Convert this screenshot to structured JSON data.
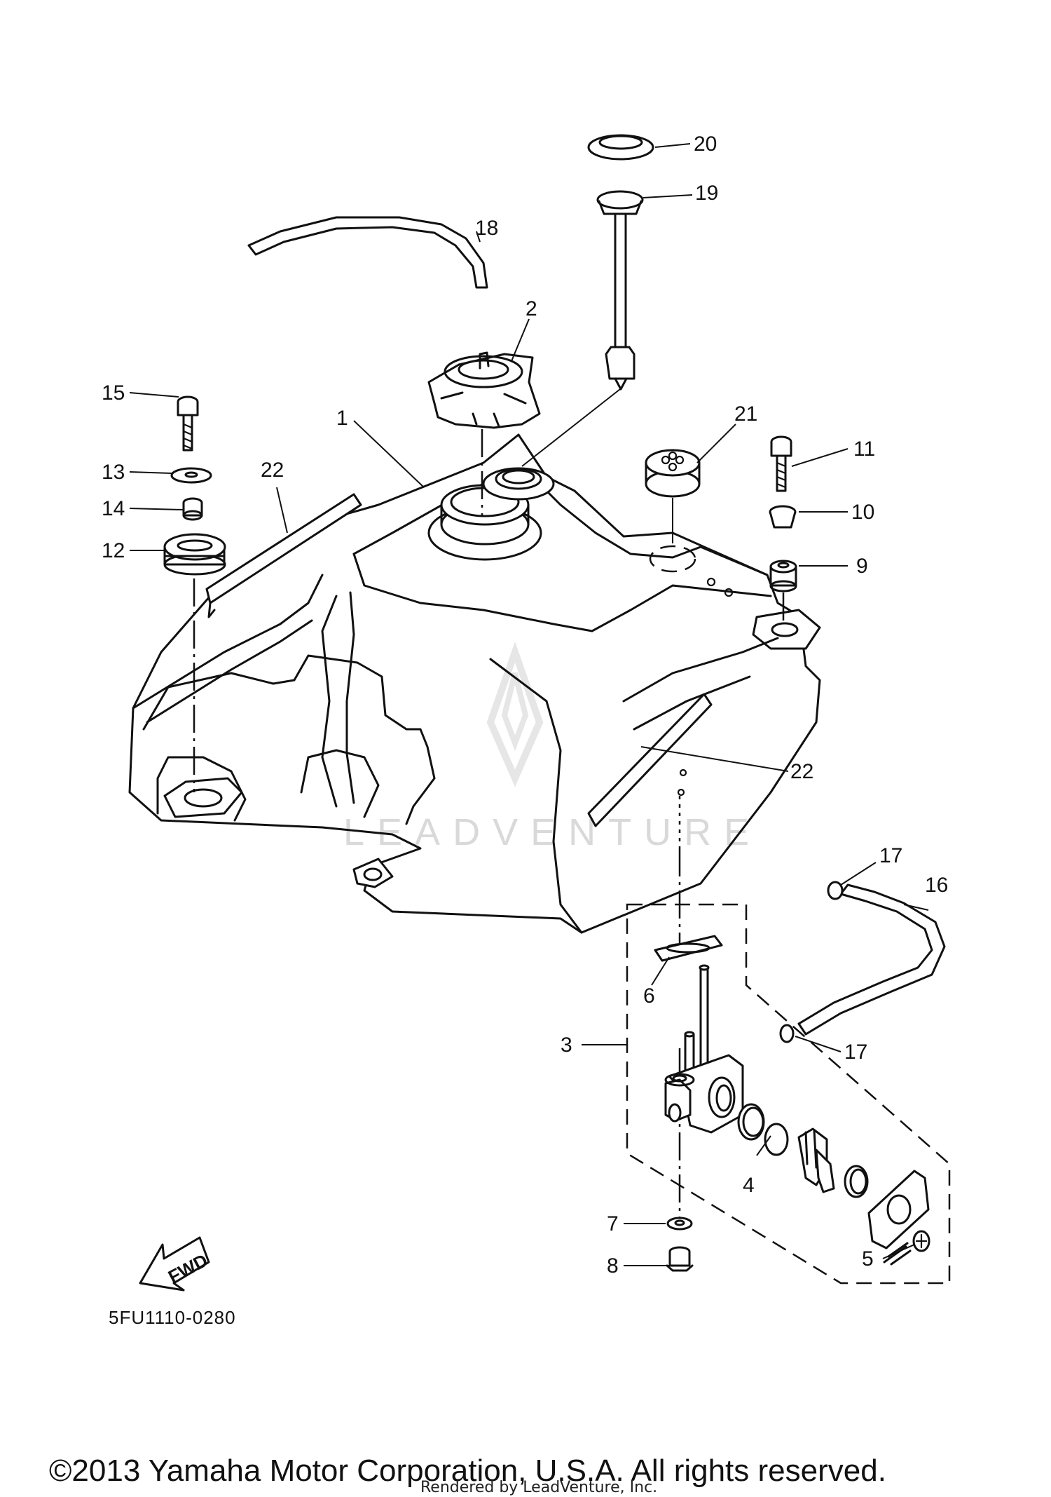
{
  "diagram": {
    "callouts": {
      "c1": "1",
      "c2": "2",
      "c3": "3",
      "c4": "4",
      "c5": "5",
      "c6": "6",
      "c7": "7",
      "c8": "8",
      "c9": "9",
      "c10": "10",
      "c11": "11",
      "c12": "12",
      "c13": "13",
      "c14": "14",
      "c15": "15",
      "c16": "16",
      "c17a": "17",
      "c17b": "17",
      "c18": "18",
      "c19": "19",
      "c20": "20",
      "c21": "21",
      "c22a": "22",
      "c22b": "22"
    },
    "fwd_label": "FWD",
    "diagram_code": "5FU1110-0280",
    "watermark": "LEADVENTURE",
    "copyright": "©2013 Yamaha Motor Corporation, U.S.A. All rights reserved.",
    "rendered_by": "Rendered by LeadVenture, Inc.",
    "icons": {
      "fwd_arrow": "forward-direction-arrow-icon",
      "watermark_logo": "leadventure-logo-icon"
    }
  }
}
